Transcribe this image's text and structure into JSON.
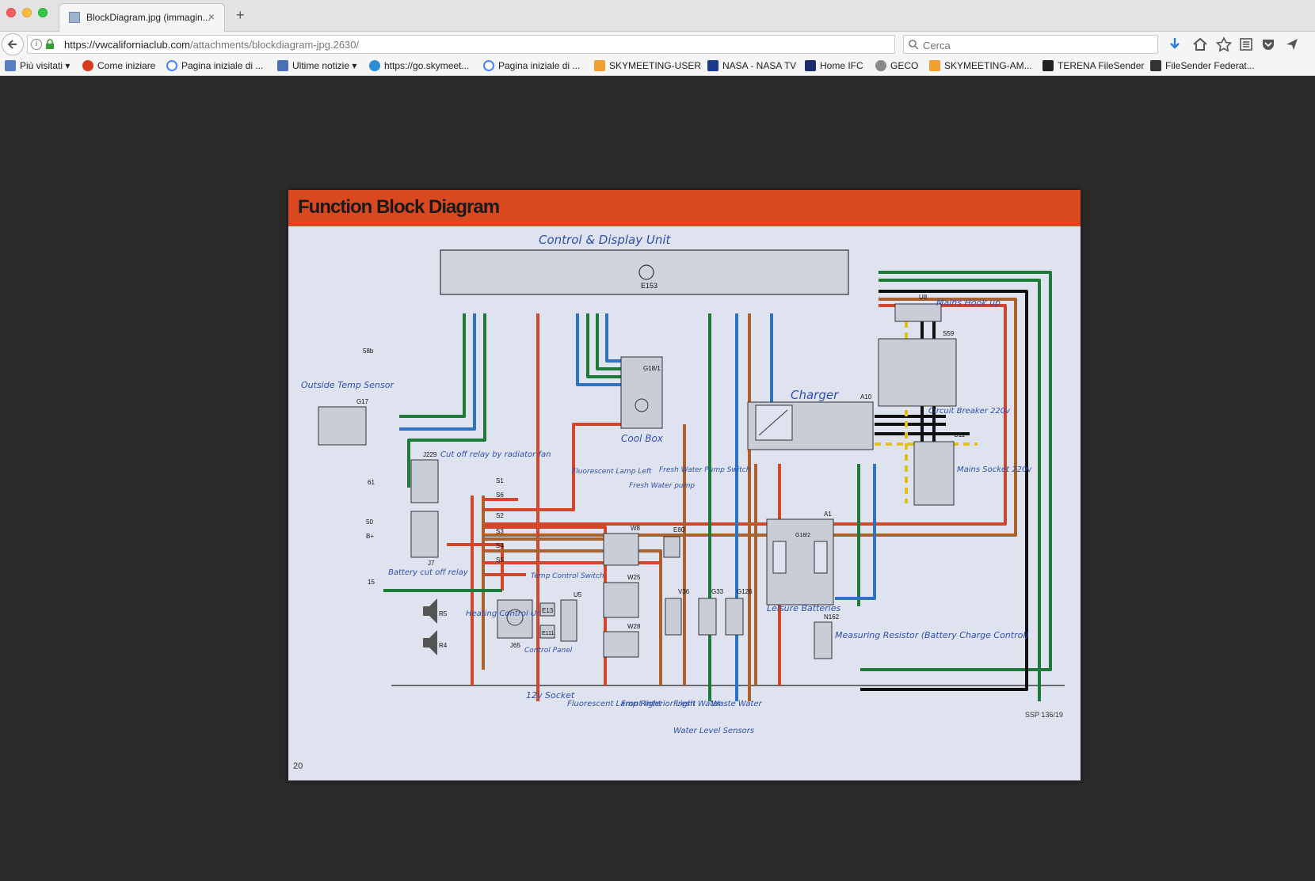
{
  "window": {
    "tab_title": "BlockDiagram.jpg (immagin...",
    "tab_close": "×",
    "new_tab": "+"
  },
  "nav": {
    "url_host": "https://vwcaliforniaclub.com",
    "url_path": "/attachments/blockdiagram-jpg.2630/",
    "search_placeholder": "Cerca"
  },
  "bookmarks": [
    {
      "label": "Più visitati ▾",
      "color": "#5a7fbf"
    },
    {
      "label": "Come iniziare",
      "color": "#d63b1f"
    },
    {
      "label": "Pagina iniziale di ...",
      "color": "#4285f4"
    },
    {
      "label": "Ultime notizie ▾",
      "color": "#4a6fb5"
    },
    {
      "label": "https://go.skymeet...",
      "color": "#2b8fd6"
    },
    {
      "label": "Pagina iniziale di ...",
      "color": "#4285f4"
    },
    {
      "label": "SKYMEETING-USER",
      "color": "#f0a030"
    },
    {
      "label": "NASA - NASA TV",
      "color": "#1b3a8c"
    },
    {
      "label": "Home IFC",
      "color": "#1a2a6a"
    },
    {
      "label": "GECO",
      "color": "#888888"
    },
    {
      "label": "SKYMEETING-AM...",
      "color": "#f0a030"
    },
    {
      "label": "TERENA FileSender",
      "color": "#222222"
    },
    {
      "label": "FileSender Federat...",
      "color": "#333333"
    }
  ],
  "image": {
    "title": "Function Block Diagram",
    "page_number": "20",
    "code": "SSP 136/19",
    "labels": {
      "control_unit": "Control & Display Unit",
      "e153": "E153",
      "charger": "Charger",
      "a10": "A10",
      "mains_hookup": "Mains Hook up",
      "u8": "U8",
      "s59": "S59",
      "circuit_breaker": "Circuit Breaker 220v",
      "u11": "U11",
      "mains_socket": "Mains Socket 220v",
      "outside_temp": "Outside Temp Sensor",
      "g17": "G17",
      "cool_box": "Cool Box",
      "g181": "G18/1",
      "cutoff_relay": "Cut off relay by radiator fan",
      "j229": "J229",
      "battery_relay": "Battery cut off relay",
      "j7": "J7",
      "fluor_left": "Fluorescent Lamp Left",
      "fresh_pump": "Fresh Water pump",
      "fresh_switch": "Fresh Water Pump Switch",
      "w8": "W8",
      "w25": "W25",
      "w28": "W28",
      "e80": "E80",
      "v36": "V36",
      "g33": "G33",
      "g126": "G126",
      "a1": "A1",
      "g182": "G18/2",
      "leisure": "Leisure Batteries",
      "n162": "N162",
      "measuring": "Measuring Resistor (Battery Charge Control)",
      "heating": "Heating Control Unit",
      "j65": "J65",
      "temp_switch": "Temp Control Switch",
      "e13": "E13",
      "e111": "E111",
      "control_panel": "Control Panel",
      "u5": "U5",
      "socket12": "12v Socket",
      "fluor_right": "Fluorescent Lamp Right",
      "front_light": "Front Interior Light",
      "fresh_water": "Fresh Water",
      "waste_water": "Waste Water",
      "level_sensors": "Water Level Sensors",
      "r5": "R5",
      "r4": "R4",
      "t58b": "58b",
      "t61": "61",
      "t50": "50",
      "tb": "B+",
      "t15": "15",
      "s1": "S1",
      "s6": "S6",
      "s2": "S2",
      "s3": "S3",
      "s4": "S4",
      "s5": "S5"
    }
  },
  "colors": {
    "green": "#1f7a3a",
    "blue": "#2f72c4",
    "red": "#d2472a",
    "brown": "#a8622e",
    "black": "#111111",
    "yellow": "#e0c21a"
  }
}
